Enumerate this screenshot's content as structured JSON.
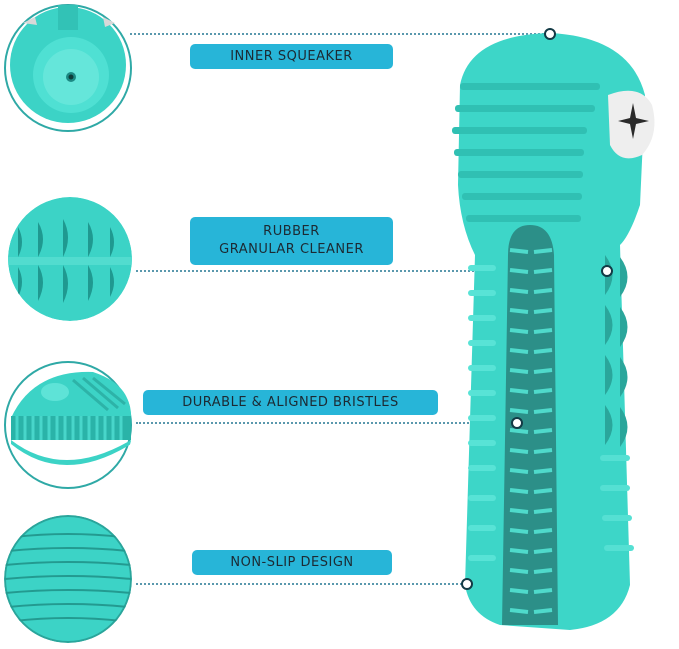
{
  "features": [
    {
      "id": "inner-squeaker",
      "label": "INNER SQUEAKER"
    },
    {
      "id": "rubber-granular-cleaner",
      "label_lines": [
        "RUBBER",
        "GRANULAR CLEANER"
      ]
    },
    {
      "id": "durable-aligned-bristles",
      "label": "DURABLE & ALIGNED BRISTLES"
    },
    {
      "id": "non-slip-design",
      "label": "NON-SLIP DESIGN"
    }
  ],
  "colors": {
    "label_bg": "#27b5d8",
    "toy_teal": "#3fd4c6",
    "toy_dark": "#2a9f96",
    "bristle_dark": "#24545a",
    "text": "#1c2a33"
  }
}
